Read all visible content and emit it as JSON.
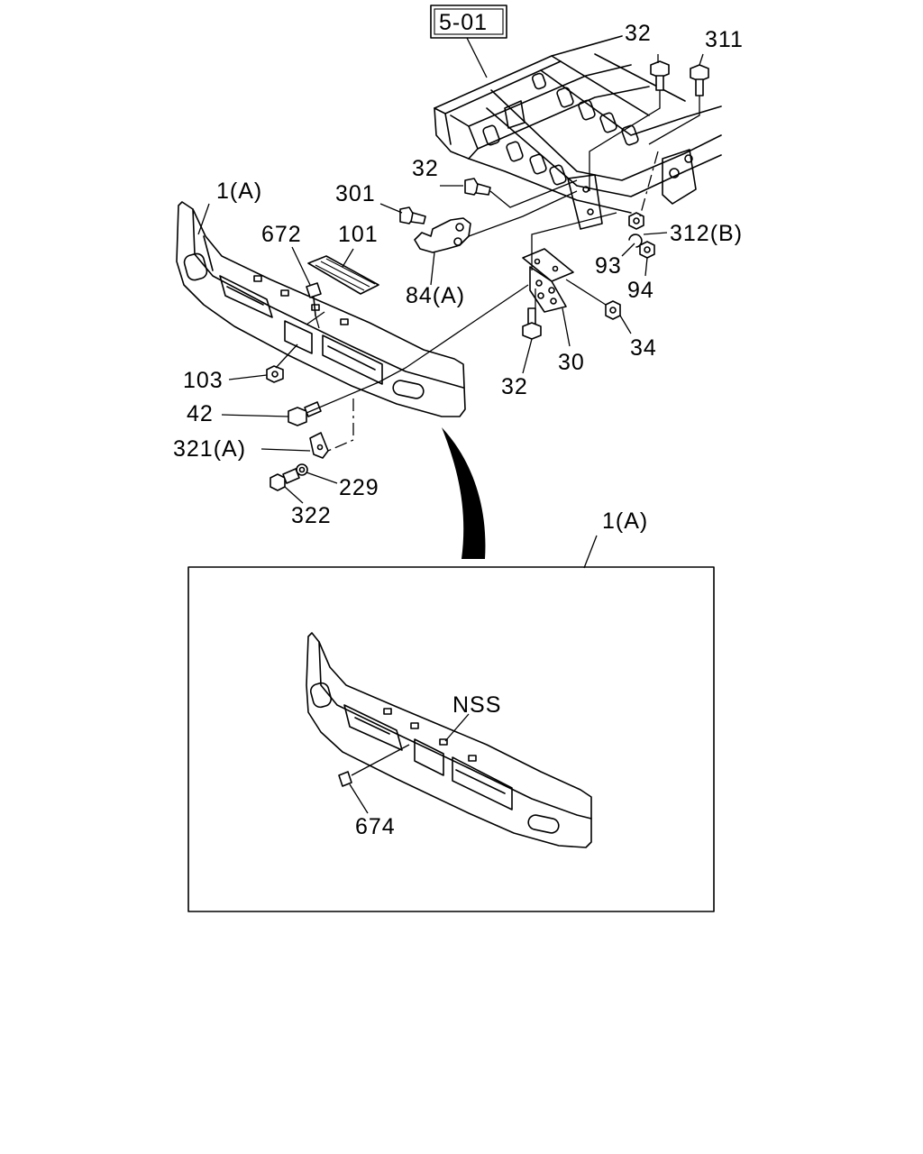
{
  "reference_box": "5-01",
  "labels": {
    "p32_top": "32",
    "p311": "311",
    "p1a": "1(A)",
    "p32_mid": "32",
    "p301": "301",
    "p672": "672",
    "p101": "101",
    "p312b": "312(B)",
    "p93": "93",
    "p94": "94",
    "p84a": "84(A)",
    "p34": "34",
    "p30": "30",
    "p103": "103",
    "p32_low": "32",
    "p42": "42",
    "p321a": "321(A)",
    "p229": "229",
    "p322": "322"
  },
  "inset": {
    "title": "1(A)",
    "nss": "NSS",
    "p674": "674"
  }
}
